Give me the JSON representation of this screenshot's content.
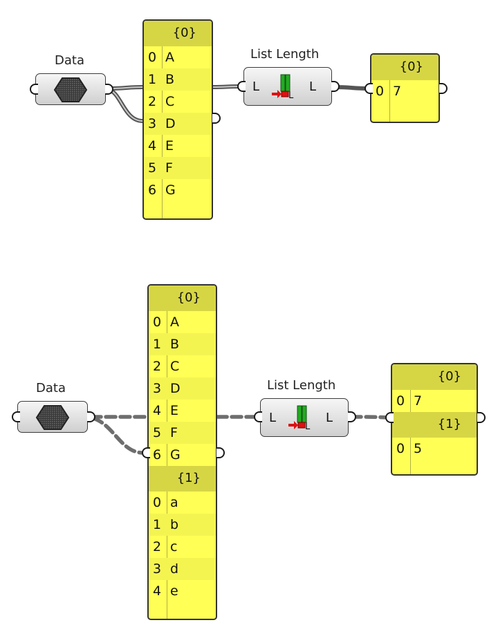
{
  "diagrams": [
    {
      "data_param": {
        "label": "Data"
      },
      "input_panel": {
        "branches": [
          {
            "path": "{0}",
            "items": [
              {
                "index": "0",
                "value": "A"
              },
              {
                "index": "1",
                "value": "B"
              },
              {
                "index": "2",
                "value": "C"
              },
              {
                "index": "3",
                "value": "D"
              },
              {
                "index": "4",
                "value": "E"
              },
              {
                "index": "5",
                "value": "F"
              },
              {
                "index": "6",
                "value": "G"
              }
            ]
          }
        ]
      },
      "component": {
        "label": "List Length",
        "input": "L",
        "output": "L"
      },
      "output_panel": {
        "branches": [
          {
            "path": "{0}",
            "items": [
              {
                "index": "0",
                "value": "7"
              }
            ]
          }
        ]
      }
    },
    {
      "data_param": {
        "label": "Data"
      },
      "input_panel": {
        "branches": [
          {
            "path": "{0}",
            "items": [
              {
                "index": "0",
                "value": "A"
              },
              {
                "index": "1",
                "value": "B"
              },
              {
                "index": "2",
                "value": "C"
              },
              {
                "index": "3",
                "value": "D"
              },
              {
                "index": "4",
                "value": "E"
              },
              {
                "index": "5",
                "value": "F"
              },
              {
                "index": "6",
                "value": "G"
              }
            ]
          },
          {
            "path": "{1}",
            "items": [
              {
                "index": "0",
                "value": "a"
              },
              {
                "index": "1",
                "value": "b"
              },
              {
                "index": "2",
                "value": "c"
              },
              {
                "index": "3",
                "value": "d"
              },
              {
                "index": "4",
                "value": "e"
              }
            ]
          }
        ]
      },
      "component": {
        "label": "List Length",
        "input": "L",
        "output": "L"
      },
      "output_panel": {
        "branches": [
          {
            "path": "{0}",
            "items": [
              {
                "index": "0",
                "value": "7"
              }
            ]
          },
          {
            "path": "{1}",
            "items": [
              {
                "index": "0",
                "value": "5"
              }
            ]
          }
        ]
      }
    }
  ],
  "colors": {
    "panel_fill": "#ffff55",
    "panel_header": "#d6d645",
    "wire": "#6e6e6e",
    "component_border": "#3a3a3a"
  },
  "icons": {
    "data_param": "hexagon-param-icon",
    "list_length": "list-length-icon"
  }
}
